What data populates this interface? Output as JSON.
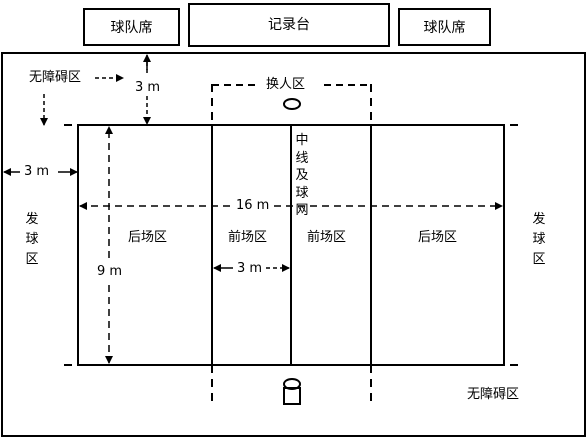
{
  "top": {
    "bench_left": "球队席",
    "scorer_table": "记录台",
    "bench_right": "球队席"
  },
  "zones": {
    "free_zone_top": "无障碍区",
    "free_zone_bottom": "无障碍区",
    "substitution_zone": "换人区",
    "serve_zone_left": "发球区",
    "serve_zone_right": "发球区",
    "back_zone_left": "后场区",
    "front_zone_left": "前场区",
    "front_zone_right": "前场区",
    "back_zone_right": "后场区",
    "center_line": "中线及球网"
  },
  "dimensions": {
    "top_gap": "3 m",
    "side_gap": "3 m",
    "length": "16 m",
    "width": "9 m",
    "attack_line": "3 m"
  }
}
